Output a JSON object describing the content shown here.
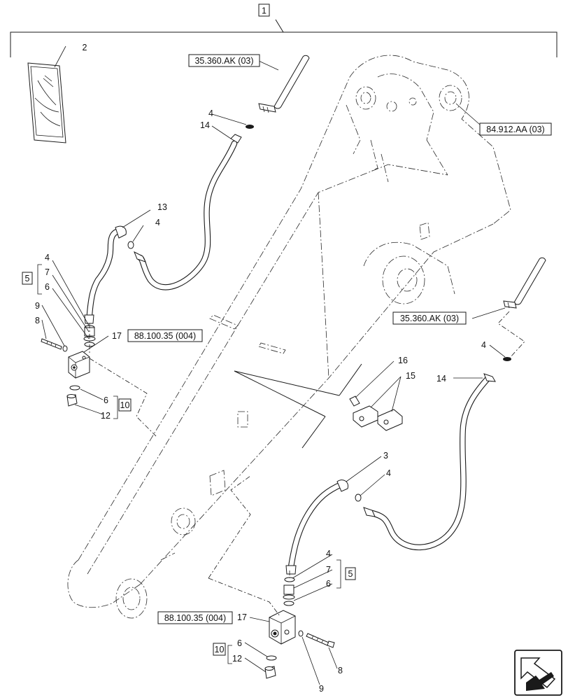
{
  "assembly_number": "1",
  "references": {
    "ref_a": "35.360.AK (03)",
    "ref_b": "84.912.AA (03)",
    "ref_c": "35.360.AK (03)",
    "ref_d": "88.100.35 (004)",
    "ref_e": "88.100.35 (004)"
  },
  "group_labels": {
    "group_5_left": "5",
    "group_5_right": "5",
    "group_10_left": "10",
    "group_10_right": "10"
  },
  "callouts": {
    "c2": "2",
    "c4a": "4",
    "c14a": "14",
    "c13": "13",
    "c4b": "4",
    "c4c": "4",
    "c7a": "7",
    "c6a": "6",
    "c9a": "9",
    "c8a": "8",
    "c17a": "17",
    "c6b": "6",
    "c12a": "12",
    "c16": "16",
    "c15": "15",
    "c4d": "4",
    "c14b": "14",
    "c3": "3",
    "c4e": "4",
    "c4f": "4",
    "c7b": "7",
    "c6c": "6",
    "c17b": "17",
    "c6d": "6",
    "c12b": "12",
    "c8b": "8",
    "c9b": "9"
  },
  "icons": {
    "manual": "instruction-manual-icon",
    "navigation": "next-page-arrow-icon"
  }
}
